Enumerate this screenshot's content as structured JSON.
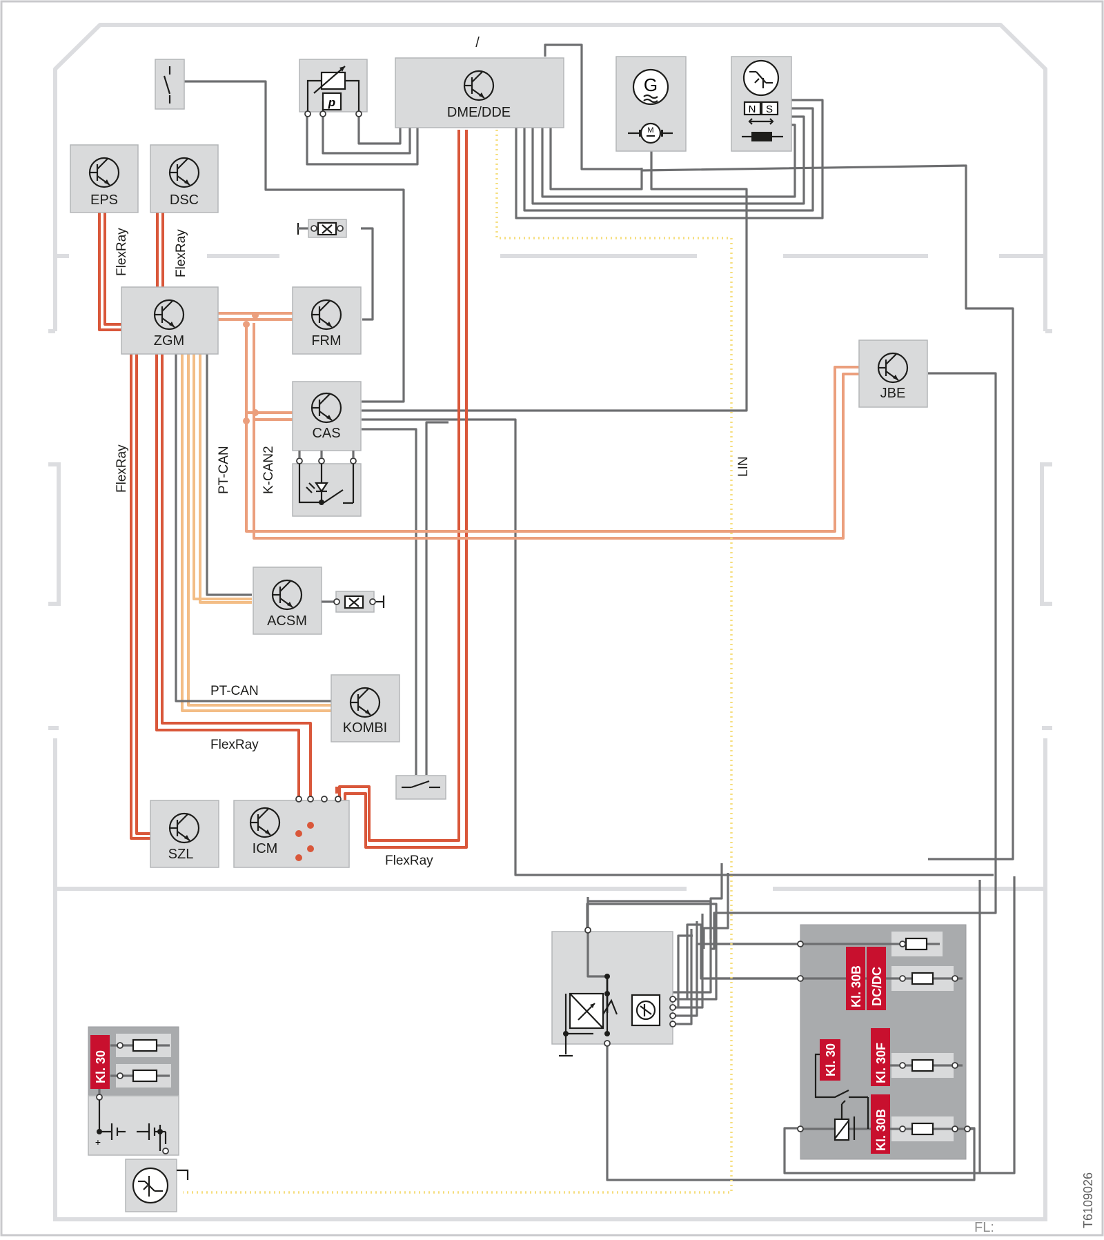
{
  "modules": {
    "eps": "EPS",
    "dsc": "DSC",
    "zgm": "ZGM",
    "frm": "FRM",
    "cas": "CAS",
    "acsm": "ACSM",
    "kombi": "KOMBI",
    "szl": "SZL",
    "icm": "ICM",
    "jbe": "JBE",
    "dme": "DME/DDE"
  },
  "buses": {
    "flexray": "FlexRay",
    "pt_can": "PT-CAN",
    "k_can2": "K-CAN2",
    "lin": "LIN"
  },
  "terminals": {
    "kl30_battery": "Kl. 30",
    "kl30b_dcdc_line1": "Kl. 30B",
    "kl30b_dcdc_line2": "DC/DC",
    "kl30": "Kl. 30",
    "kl30f": "Kl. 30F",
    "kl30b": "Kl. 30B"
  },
  "symbols": {
    "generator": "G",
    "motor": "M",
    "pressure": "p",
    "magnet_n": "N",
    "magnet_s": "S",
    "battery_plus": "+"
  },
  "top_marker": "/",
  "footer": {
    "fl": "FL:",
    "doc_id": "T6109026"
  },
  "colors": {
    "flexray": "#d9573a",
    "k_can2": "#eb9f7d",
    "pt_can": "#f3bd86",
    "lin": "#f5de7e",
    "wire": "#6d6e70",
    "terminal_label": "#c8102e",
    "module_fill": "#d9dadb"
  }
}
